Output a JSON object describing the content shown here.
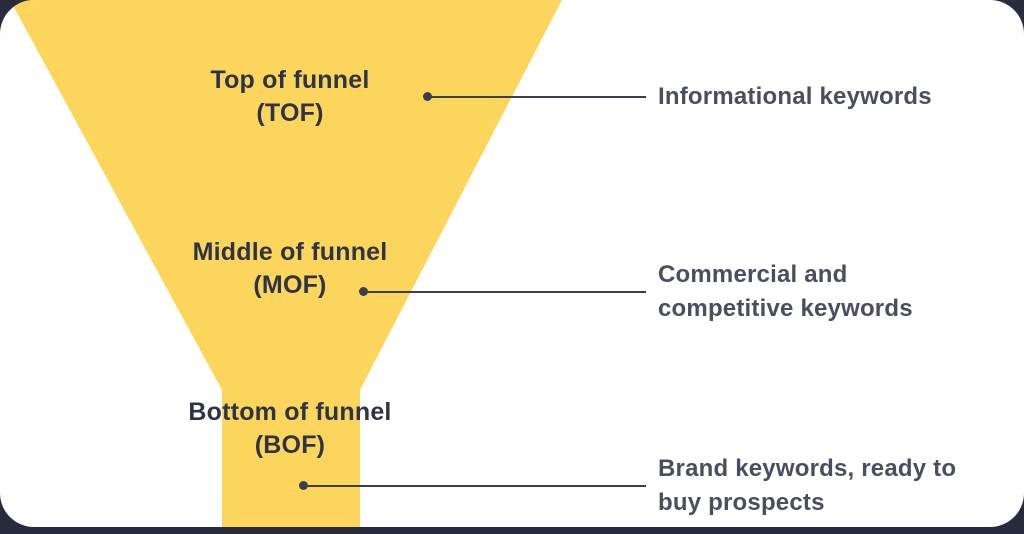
{
  "colors": {
    "page_background": "#282b3c",
    "card_background": "#ffffff",
    "funnel": "#fcd65c",
    "label_text": "#2f3347",
    "annotation_text": "#4a4e60",
    "line": "#3a3e50"
  },
  "funnel": {
    "stages": [
      {
        "id": "tof",
        "label": [
          "Top of funnel",
          "(TOF)"
        ],
        "annotation": [
          "Informational keywords"
        ]
      },
      {
        "id": "mof",
        "label": [
          "Middle of funnel",
          "(MOF)"
        ],
        "annotation": [
          "Commercial and",
          "competitive keywords"
        ]
      },
      {
        "id": "bof",
        "label": [
          "Bottom of funnel",
          "(BOF)"
        ],
        "annotation": [
          "Brand keywords, ready to",
          "buy prospects"
        ]
      }
    ]
  }
}
